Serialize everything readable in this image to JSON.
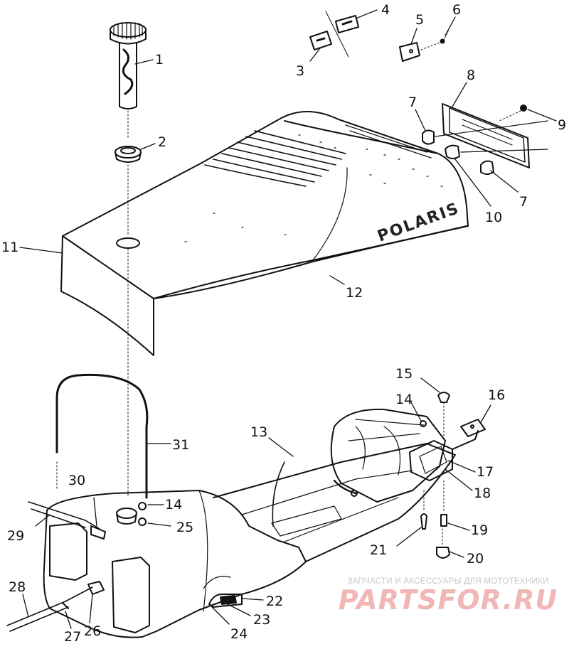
{
  "brand_label": "POLARIS",
  "callouts": [
    "1",
    "2",
    "3",
    "4",
    "5",
    "6",
    "7",
    "7",
    "8",
    "9",
    "10",
    "11",
    "12",
    "13",
    "14",
    "14",
    "15",
    "16",
    "17",
    "18",
    "19",
    "20",
    "21",
    "22",
    "23",
    "24",
    "25",
    "26",
    "27",
    "28",
    "29",
    "30",
    "31"
  ],
  "watermark": {
    "subtitle": "ЗАПЧАСТИ И АКСЕССУАРЫ ДЛЯ МОТОТЕХНИКИ",
    "title": "PARTSFOR.RU"
  }
}
